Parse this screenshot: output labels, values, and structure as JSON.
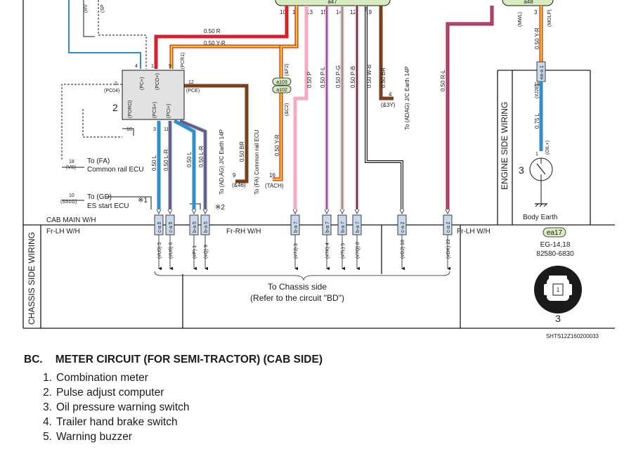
{
  "caption": {
    "code": "BC.",
    "title": "METER CIRCUIT (FOR SEMI-TRACTOR) (CAB SIDE)",
    "items": [
      {
        "num": "1.",
        "label": "Combination meter"
      },
      {
        "num": "2.",
        "label": "Pulse adjust computer"
      },
      {
        "num": "3.",
        "label": "Oil pressure warning switch"
      },
      {
        "num": "4.",
        "label": "Trailer hand brake switch"
      },
      {
        "num": "5.",
        "label": "Warning buzzer"
      }
    ]
  },
  "diagram": {
    "connector_a47": "a47",
    "connector_a48": "a48",
    "a47_pins": [
      "10",
      "11",
      "13",
      "15",
      "14",
      "12",
      "19"
    ],
    "a48_pins": [
      "3"
    ],
    "component_2_number": "2",
    "component_3_number": "3",
    "component_3_connector_number": "3",
    "pulse_pins": {
      "pc_plus": "(PC+)",
      "pco_plus": "(PCO+)",
      "pcr1": "(PCR1)",
      "pce": "(PCE)",
      "pc04": "(PC04)",
      "poro": "(PORO)",
      "pcs_plus": "(PCS+)",
      "pci_plus": "(PCI+)",
      "n4": "4",
      "n1": "1",
      "n9": "9",
      "n12": "12",
      "n2": "2",
      "n16": "16",
      "n3": "3",
      "n11": "11"
    },
    "wire_labels": {
      "w_050r": "0.50 R",
      "w_050yr_top": "0.50 Y-R",
      "w_050p": "0.50 P",
      "w_050pl": "0.50 P-L",
      "w_050pg": "0.50 P-G",
      "w_050pb": "0.50 P-B",
      "w_050wb": "0.50 W-B",
      "w_050br_top": "0.50 BR",
      "w_050rl": "0.50 R-L",
      "w_050yr_right": "0.50 Y-R",
      "w_075l": "0.75 L",
      "w_050l_a": "0.50 L",
      "w_050lr_a": "0.50 L-R",
      "w_050l_b": "0.50 L",
      "w_050lr_b": "0.50 L-R",
      "w_050br_mid": "0.50 BR",
      "w_050yr_mid": "0.50 Y-R"
    },
    "splices": {
      "a103": "a103",
      "a102": "a102"
    },
    "pin_codes": {
      "f2": "(&F2)",
      "c2": "(&C2)",
      "n8": "8",
      "n4": "4",
      "three_y": "(&3Y)",
      "mwl": "(MWL)",
      "molp": "(MOLP)",
      "n3": "3",
      "j2e": "(#J2E)",
      "n18": "18",
      "oil_plus": "(OIL+)",
      "n1": "1",
      "n16": "16",
      "tach": "(TACH)",
      "n9": "9",
      "amp46": "(&46)",
      "n18_vs": "18",
      "vs": "(VS)",
      "n10": "10",
      "ss1g": "(SS1G)",
      "rv": "(RV",
      "sp": "(SP"
    },
    "references": {
      "adag_earth": "To (ADAG) J/C Earth 14P",
      "ad_ag_earth": "To (AD,AG) J/C Earth 14P",
      "fa_rail_vert": "To (FA) Common rail ECU",
      "fa_to": "To (FA)",
      "fa_rail": "Common rail ECU",
      "gd_to": "To (GD)",
      "es_start": "ES start ECU",
      "note1": "※1",
      "note2": "※2",
      "body_earth": "Body Earth"
    },
    "harness": {
      "cab_main": "CAB MAIN W/H",
      "fr_lh_left": "Fr-LH W/H",
      "fr_rh": "Fr-RH W/H",
      "fr_lh_right": "Fr-LH W/H",
      "chassis_side": "CHASSIS SIDE WIRING",
      "engine_side": "ENGINE SIDE WIRING"
    },
    "terminal_connectors": [
      {
        "id": "c-a 5",
        "code": "(#U5) 5"
      },
      {
        "id": "c-a 5",
        "code": "(#U6) 6"
      },
      {
        "id": "b-a 5",
        "code": "(#P) 1"
      },
      {
        "id": "b-a 5",
        "code": "(#Q) 9"
      },
      {
        "id": "b-a 7",
        "code": "(#7J) 3"
      },
      {
        "id": "b-a 7",
        "code": "(#7K) 4"
      },
      {
        "id": "b-a 7",
        "code": "(#7L) 5"
      },
      {
        "id": "b-a 7",
        "code": "(#7Q) 8"
      },
      {
        "id": "c-a 2",
        "code": "(#DJ) 18"
      },
      {
        "id": "c-a 2",
        "code": "(#DK) 22"
      }
    ],
    "engine_connector": "ea-a 1",
    "chassis_note_1": "To Chassis side",
    "chassis_note_2": "(Refer to the circuit \"BD\")",
    "connector_detail": {
      "badge": "ea17",
      "line1": "EG-14,18",
      "line2": "82580-6830",
      "pin": "1"
    },
    "drawing_id": "SHTS12Z160200033"
  },
  "colors": {
    "red": "#d6202c",
    "yellow": "#f2d019",
    "brown": "#7a3f1d",
    "pink": "#f4a9c6",
    "blue": "#2f8fcc",
    "purple": "#7b5aa6",
    "green": "#6fae7a",
    "black": "#1a1a1a",
    "splice_green": "#d8ecc0",
    "connector_fill": "#c9d8ea"
  }
}
